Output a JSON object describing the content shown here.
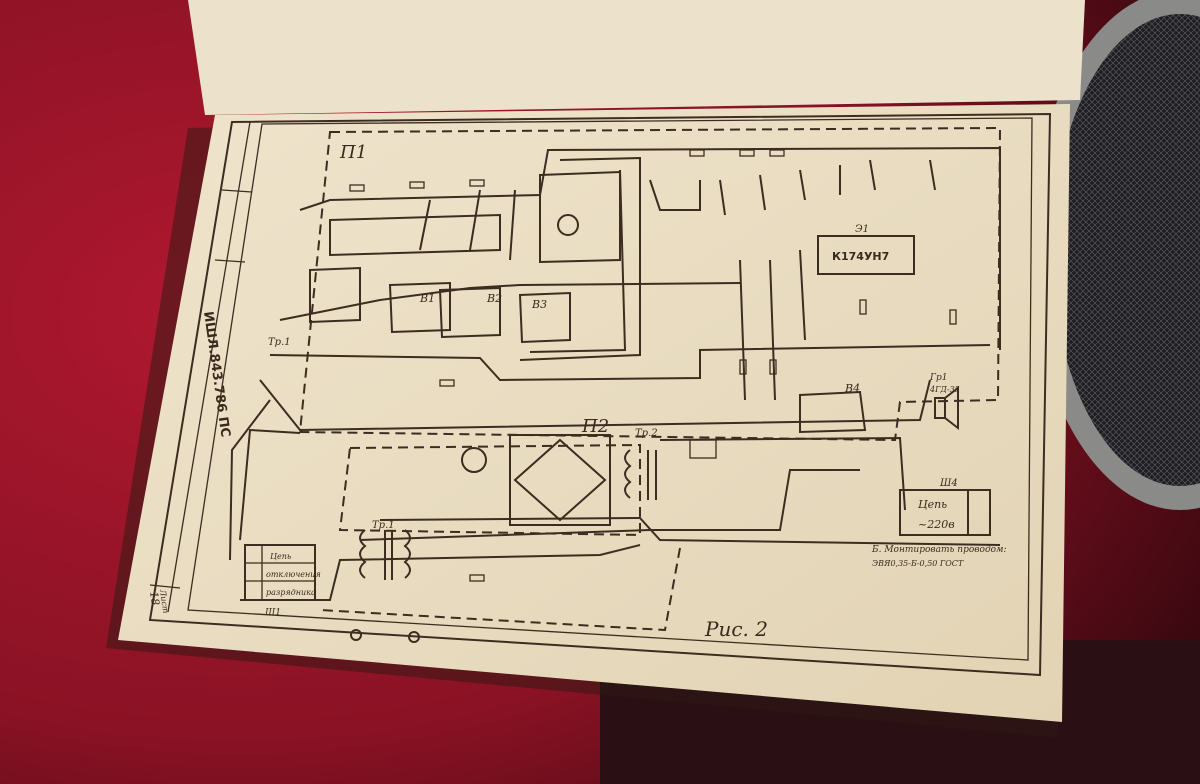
{
  "schematic": {
    "board_1": "П1",
    "board_2": "П2",
    "chip_ref": "Э1",
    "chip": "К174УН7",
    "transformer_1": "Тр.1",
    "transformer_2": "Тр.2",
    "switches": [
      "В1",
      "В2",
      "В3",
      "В4"
    ],
    "connector_1": "Ш1",
    "connector_4": "Ш4",
    "mains_label": "Цепь",
    "mains_voltage": "~220в",
    "terminal_block_rows": [
      "Цепь",
      "отключения",
      "разрядника"
    ],
    "speaker": "Гр1",
    "speaker_type": "4ГД-35",
    "note_line_1": "Б. Монтировать проводом:",
    "note_line_2": "ЭВЯ0,35-Б-0,50 ГОСТ",
    "figure_caption": "Рис. 2",
    "document_code": "ИШЛ.843.786 ПС",
    "sheet_label": "Лист",
    "sheet_number": "18"
  },
  "colors": {
    "velvet": "#7a1020",
    "paper": "#e9dcc0",
    "ink": "#3d2c20",
    "bowl": "#9a9a96"
  }
}
